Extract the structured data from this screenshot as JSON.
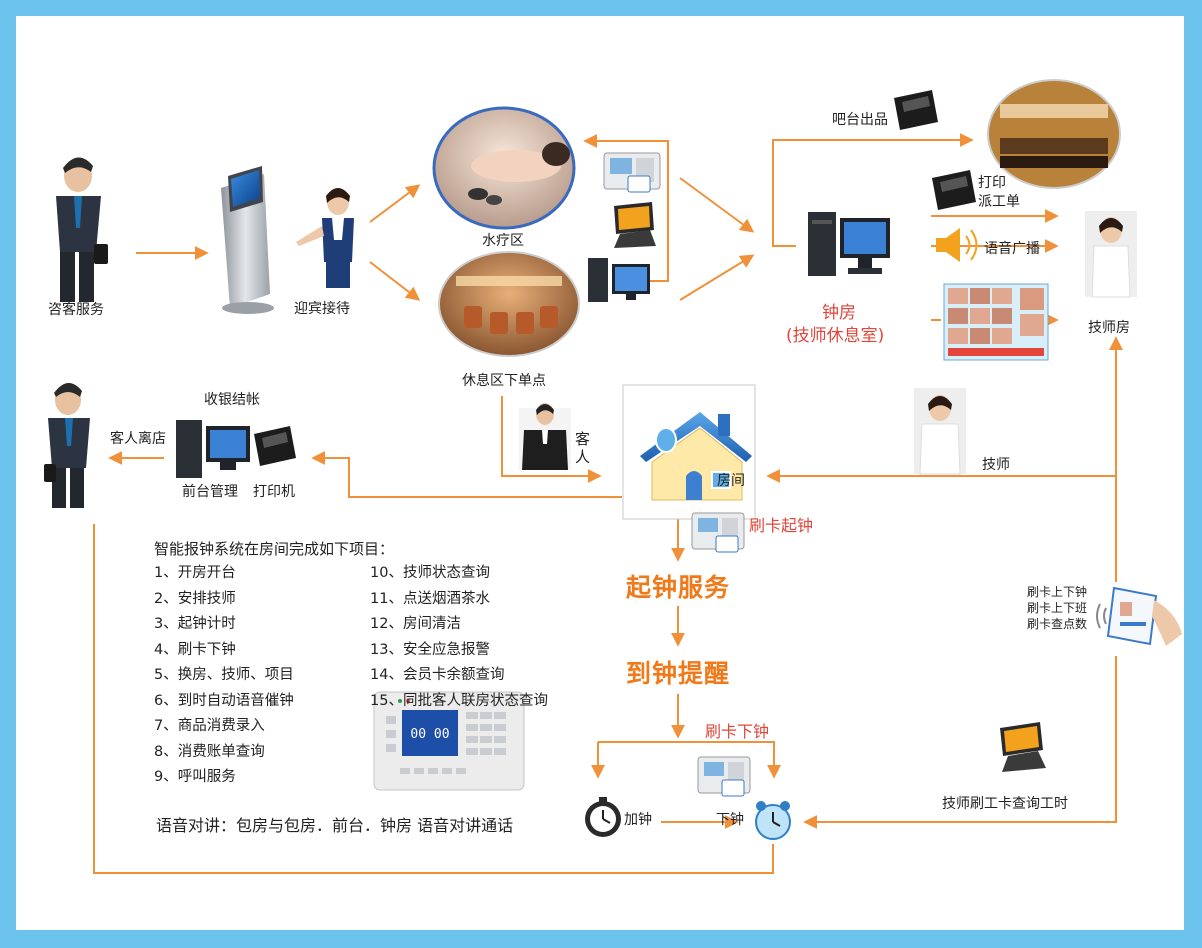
{
  "colors": {
    "accent_orange": "#f0913a",
    "border_blue": "#6cc3ee",
    "red_text": "#e2463a",
    "big_text_orange": "#f07a1a"
  },
  "labels": {
    "consult": "咨客服务",
    "greeter": "迎宾接待",
    "spa": "水疗区",
    "lounge": "休息区下单点",
    "bar": "吧台出品",
    "print_line1": "打印",
    "print_line2": "派工单",
    "voice": "语音广播",
    "clock_room_line1": "钟房",
    "clock_room_line2": "(技师休息室)",
    "tech_room": "技师房",
    "cashier": "收银结帐",
    "guest_leave": "客人离店",
    "front_desk": "前台管理",
    "printer": "打印机",
    "guest_v": "客人",
    "room": "房间",
    "technician": "技师",
    "swipe_start": "刷卡起钟",
    "start_service": "起钟服务",
    "reminder": "到钟提醒",
    "swipe_end": "刷卡下钟",
    "add_clock": "加钟",
    "end_clock": "下钟",
    "worker_card": "技师刷工卡查询工时",
    "card_line1": "刷卡上下钟",
    "card_line2": "刷卡上下班",
    "card_line3": "刷卡查点数",
    "intercom": "语音对讲：包房与包房．前台．钟房  语音对讲通话"
  },
  "system_list": {
    "title": "智能报钟系统在房间完成如下项目：",
    "col1": [
      "1、开房开台",
      "2、安排技师",
      "3、起钟计时",
      "4、刷卡下钟",
      "5、换房、技师、项目",
      "6、到时自动语音催钟",
      "7、商品消费录入",
      "8、消费账单查询",
      "9、呼叫服务"
    ],
    "col2": [
      "10、技师状态查询",
      "11、点送烟酒茶水",
      "12、房间清洁",
      "13、安全应急报警",
      "14、会员卡余额查询",
      "15、同批客人联房状态查询"
    ]
  },
  "device_screen": {
    "time": "00  00"
  }
}
